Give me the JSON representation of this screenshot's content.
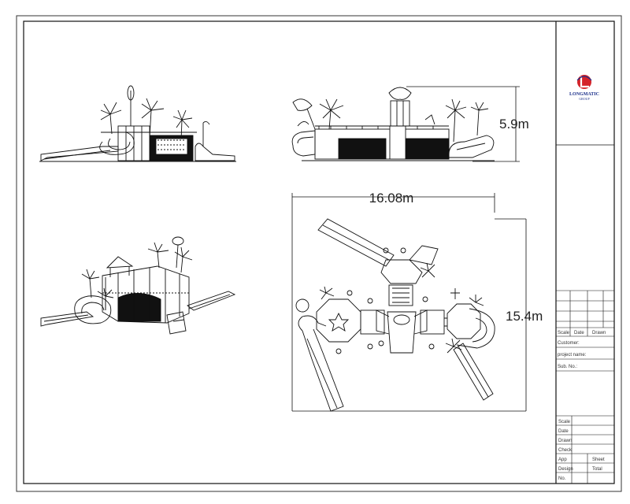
{
  "dimensions": {
    "height": "5.9m",
    "width": "16.08m",
    "depth": "15.4m"
  },
  "title_block": {
    "brand": "LONGMATIC",
    "brand_sub": "GROUP",
    "row_labels": [
      "Scale",
      "Date",
      "Drawn"
    ],
    "customer_label": "Customer:",
    "project_label": "project name:",
    "sub_no_label": "Sub. No.:",
    "bottom_labels": [
      "Scale",
      "Date",
      "Drawn",
      "Check",
      "App",
      "Design",
      "No."
    ],
    "bottom_right_labels": [
      "Sheet",
      "Total"
    ]
  },
  "colors": {
    "line": "#111111",
    "brand_red": "#d4232a",
    "brand_blue": "#1a2f8a"
  }
}
